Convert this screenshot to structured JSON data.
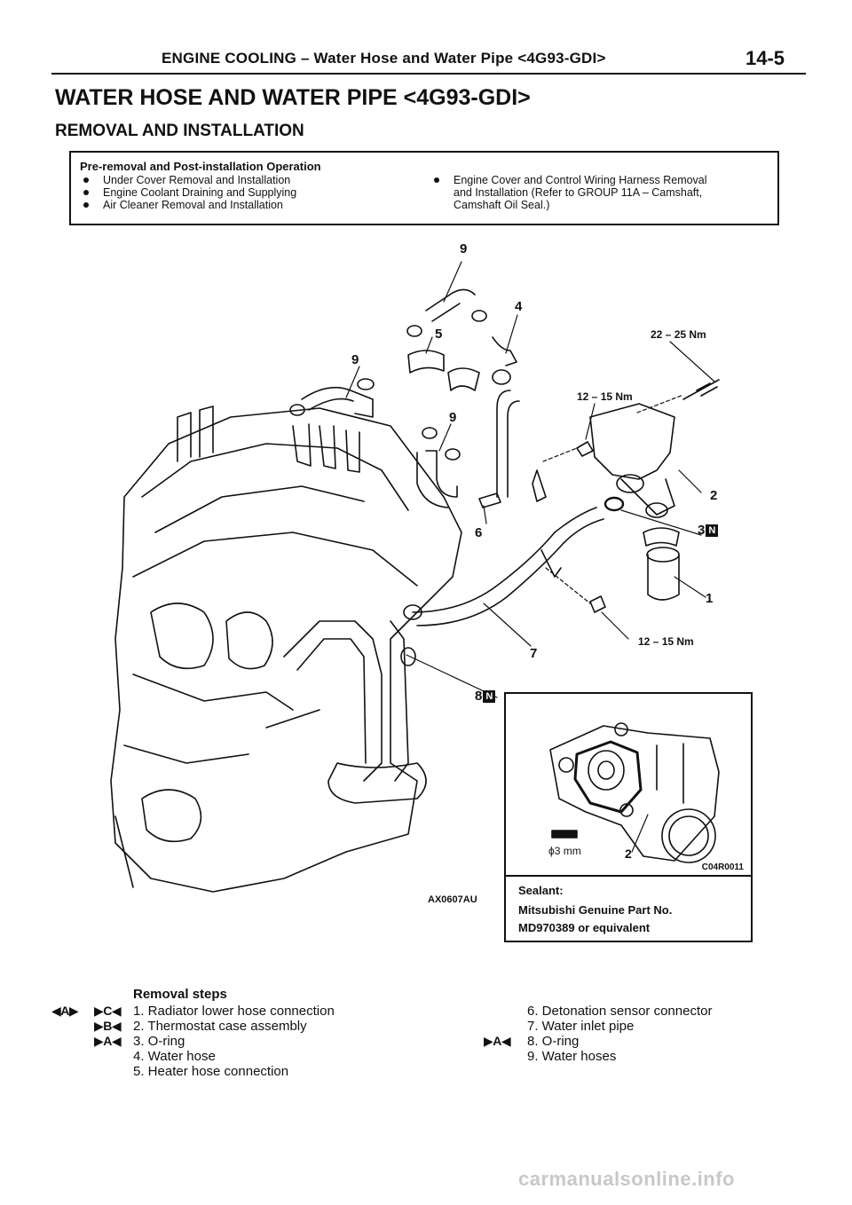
{
  "header": {
    "title": "ENGINE COOLING – Water Hose and Water Pipe <4G93-GDI>",
    "page_number": "14-5"
  },
  "main_title": "WATER HOSE AND WATER PIPE <4G93-GDI>",
  "section_title": "REMOVAL AND INSTALLATION",
  "pre_removal": {
    "title": "Pre-removal and Post-installation Operation",
    "left_items": [
      "Under Cover Removal and Installation",
      "Engine Coolant Draining and Supplying",
      "Air Cleaner Removal and Installation"
    ],
    "right_item_lines": [
      "Engine Cover and Control Wiring Harness Removal",
      "and Installation (Refer to GROUP 11A – Camshaft,",
      "Camshaft Oil Seal.)"
    ]
  },
  "diagram": {
    "callouts": {
      "c9_top": "9",
      "c4": "4",
      "c5": "5",
      "c9_left": "9",
      "c9_mid": "9",
      "c6": "6",
      "c7": "7",
      "c8": "8",
      "c2": "2",
      "c3": "3",
      "c1": "1"
    },
    "new_part_badge": "N",
    "torque_top": "22 – 25 Nm",
    "torque_mid": "12 – 15 Nm",
    "torque_bottom": "12 – 15 Nm",
    "figure_code": "AX0607AU",
    "inset": {
      "code": "C04R0011",
      "bead_size": "ϕ3 mm",
      "callout": "2",
      "sealant_label": "Sealant:",
      "sealant_line1": "Mitsubishi Genuine Part No.",
      "sealant_line2": "MD970389 or equivalent"
    }
  },
  "removal_steps": {
    "title": "Removal steps",
    "marks": {
      "row1_a": "◀A▶",
      "row1_b": "▶C◀",
      "row2": "▶B◀",
      "row3": "▶A◀",
      "row8": "▶A◀"
    },
    "left": [
      "1. Radiator lower hose connection",
      "2. Thermostat case assembly",
      "3. O-ring",
      "4. Water hose",
      "5. Heater hose connection"
    ],
    "right": [
      "6. Detonation sensor connector",
      "7. Water inlet pipe",
      "8. O-ring",
      "9. Water hoses"
    ]
  },
  "watermark": "carmanualsonline.info"
}
